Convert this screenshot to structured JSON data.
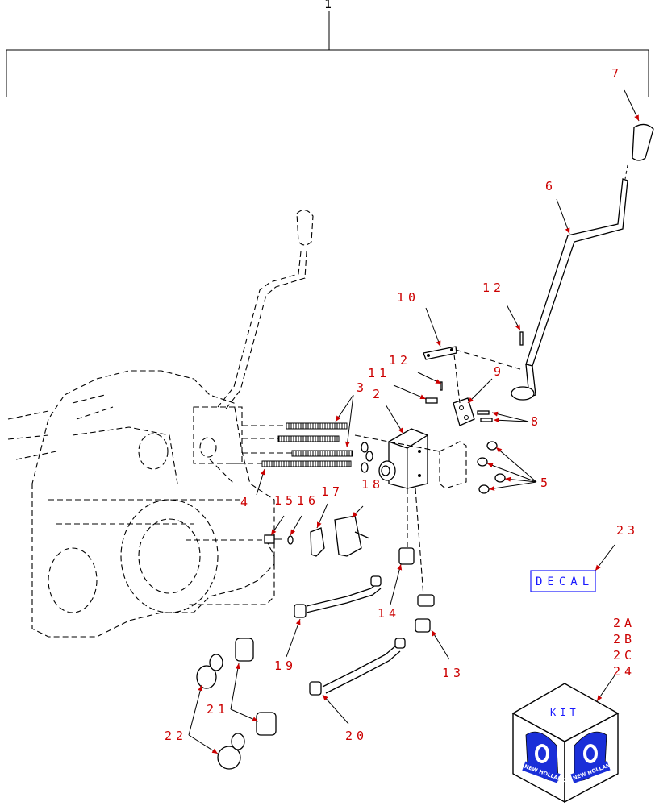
{
  "callouts": {
    "c1": "1",
    "c2": "2",
    "c3": "3",
    "c4": "4",
    "c5": "5",
    "c6": "6",
    "c7": "7",
    "c8": "8",
    "c9": "9",
    "c10": "10",
    "c11": "11",
    "c12a": "12",
    "c12b": "12",
    "c13": "13",
    "c14": "14",
    "c15": "15",
    "c16": "16",
    "c17": "17",
    "c18": "18",
    "c19": "19",
    "c20": "20",
    "c21": "21",
    "c22": "22",
    "c23": "23",
    "c2a": "2A",
    "c2b": "2B",
    "c2c": "2C",
    "c24": "24"
  },
  "decal_label": "DECAL",
  "kit_label": "KIT",
  "brand_label": "NEW HOLLAND",
  "colors": {
    "callout": "#cc0000",
    "decal": "#1a1aff",
    "line": "#000000"
  }
}
